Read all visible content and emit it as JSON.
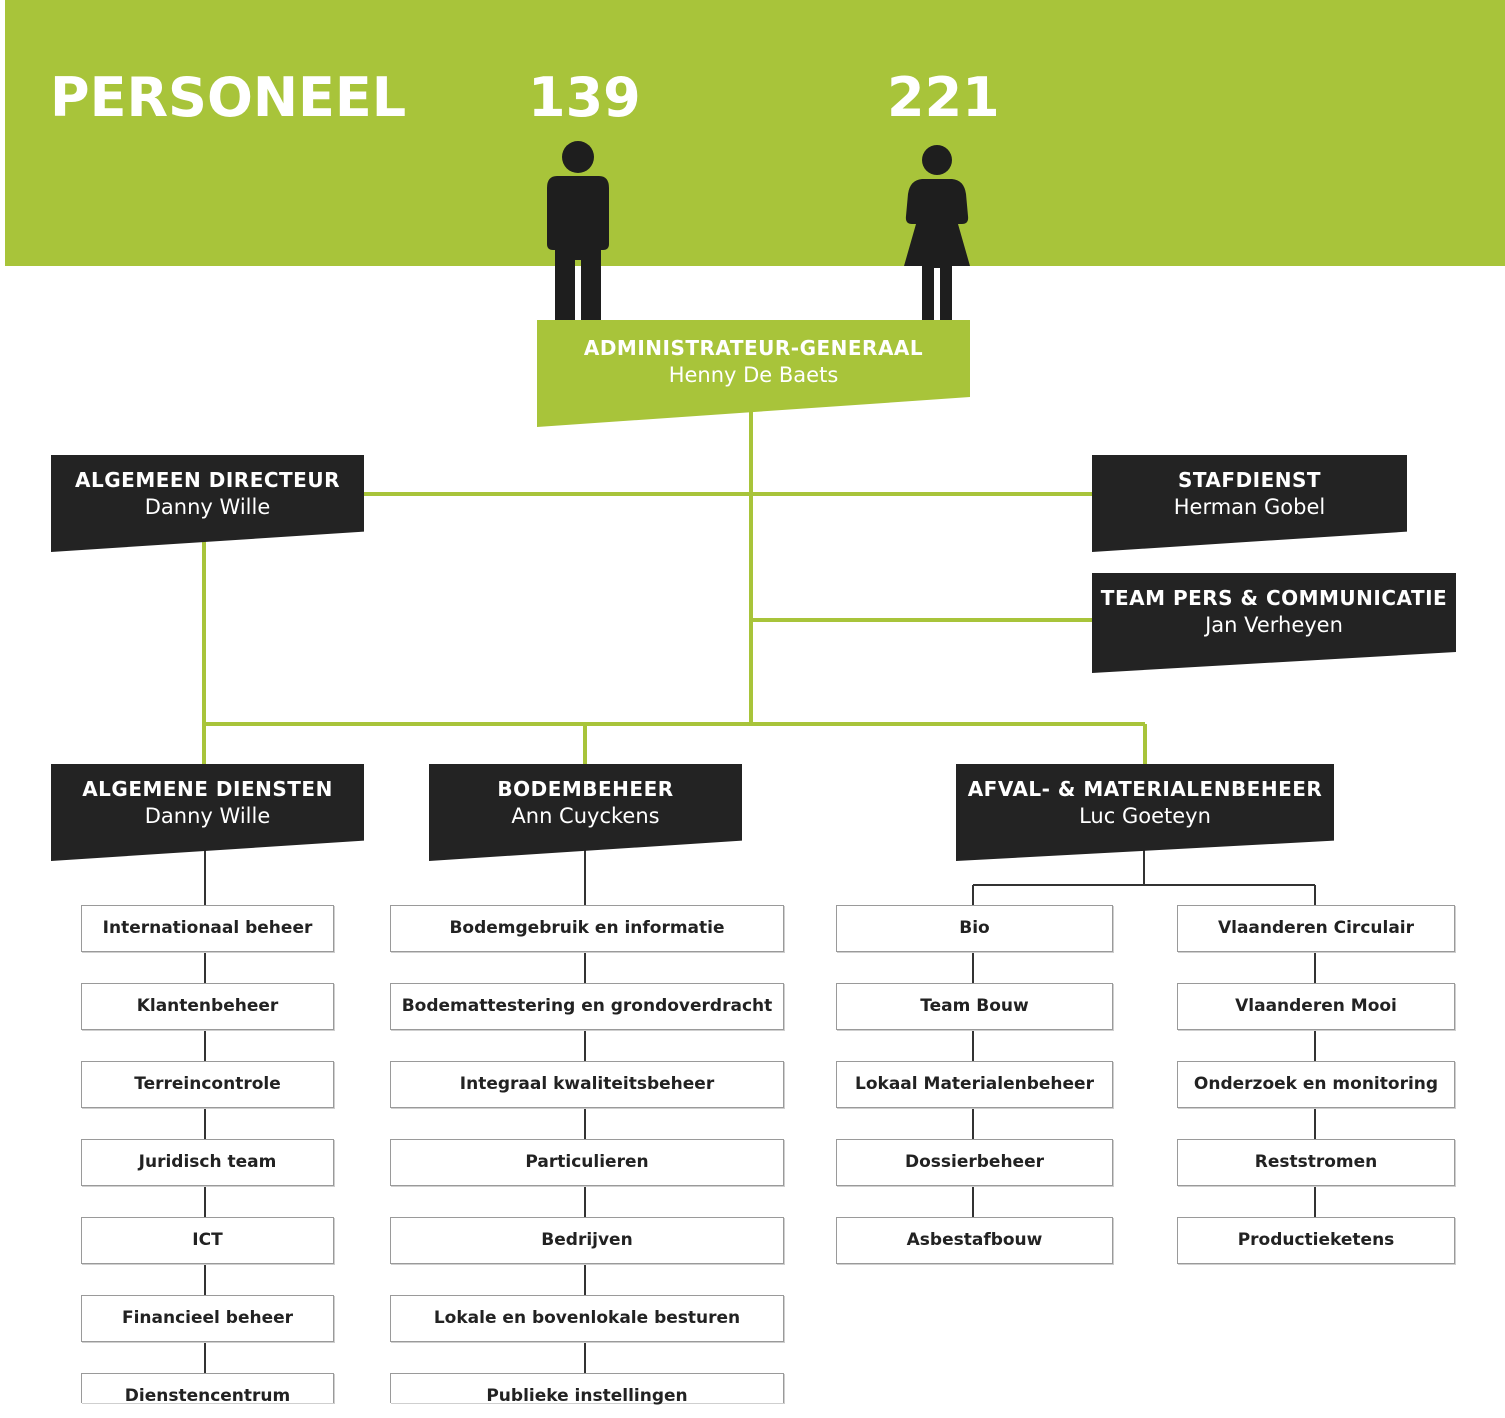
{
  "header": {
    "title": "PERSONEEL",
    "count_male": "139",
    "count_female": "221"
  },
  "colors": {
    "green": "#a8c43a",
    "dark": "#232323",
    "connector_dark": "#333333"
  },
  "icons": {
    "male": "male-figure-icon",
    "female": "female-figure-icon"
  },
  "top": {
    "title": "ADMINISTRATEUR-GENERAAL",
    "name": "Henny De Baets"
  },
  "algemeen_directeur": {
    "title": "ALGEMEEN DIRECTEUR",
    "name": "Danny Wille"
  },
  "stafdienst": {
    "title": "STAFDIENST",
    "name": "Herman Gobel"
  },
  "pers": {
    "title": "TEAM PERS & COMMUNICATIE",
    "name": "Jan Verheyen"
  },
  "departments": {
    "algemene_diensten": {
      "title": "ALGEMENE DIENSTEN",
      "name": "Danny Wille",
      "units": [
        "Internationaal beheer",
        "Klantenbeheer",
        "Terreincontrole",
        "Juridisch team",
        "ICT",
        "Financieel beheer",
        "Dienstencentrum"
      ]
    },
    "bodembeheer": {
      "title": "BODEMBEHEER",
      "name": "Ann Cuyckens",
      "units": [
        "Bodemgebruik en informatie",
        "Bodemattestering en grondoverdracht",
        "Integraal kwaliteitsbeheer",
        "Particulieren",
        "Bedrijven",
        "Lokale en bovenlokale besturen",
        "Publieke instellingen"
      ]
    },
    "afval": {
      "title": "AFVAL- & MATERIALENBEHEER",
      "name": "Luc Goeteyn",
      "units_left": [
        "Bio",
        "Team Bouw",
        "Lokaal Materialenbeheer",
        "Dossierbeheer",
        "Asbestafbouw"
      ],
      "units_right": [
        "Vlaanderen Circulair",
        "Vlaanderen Mooi",
        "Onderzoek en monitoring",
        "Reststromen",
        "Productieketens"
      ]
    }
  }
}
